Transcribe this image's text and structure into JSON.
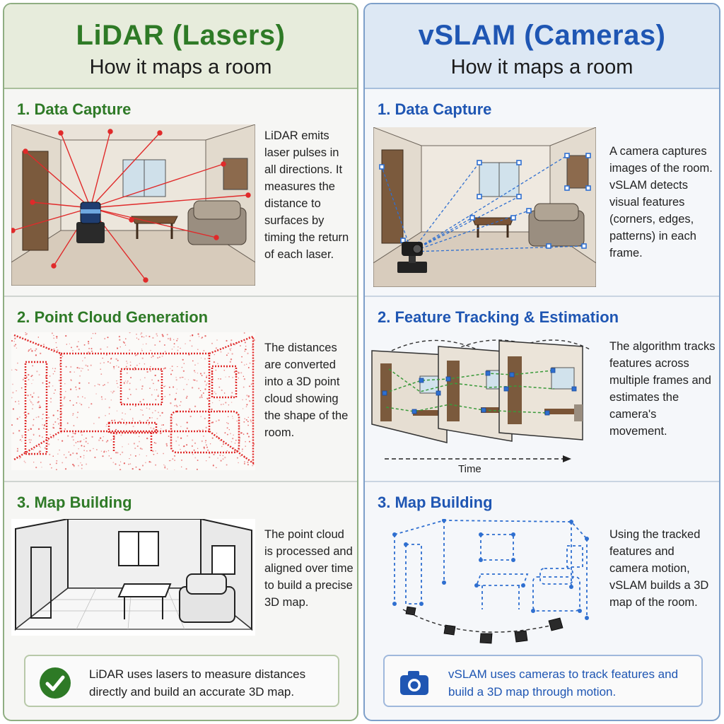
{
  "lidar": {
    "title": "LiDAR (Lasers)",
    "subtitle": "How it maps a room",
    "step1": {
      "title": "1. Data Capture",
      "description": "LiDAR emits laser pulses in all directions. It measures the distance to surfaces by timing the return of each laser."
    },
    "step2": {
      "title": "2. Point Cloud Generation",
      "description": "The distances are converted into a 3D point cloud showing the shape of the room."
    },
    "step3": {
      "title": "3. Map Building",
      "description": "The point cloud is processed and aligned over time to build a precise 3D map."
    },
    "summary": "LiDAR uses lasers to measure distances directly and build an accurate 3D map.",
    "summary_icon": "checkmark-circle-icon"
  },
  "vslam": {
    "title": "vSLAM (Cameras)",
    "subtitle": "How it maps a room",
    "step1": {
      "title": "1. Data Capture",
      "description": "A camera captures images of the room. vSLAM detects visual features (corners, edges, patterns) in each frame."
    },
    "step2": {
      "title": "2. Feature Tracking & Estimation",
      "description": "The algorithm tracks features across multiple frames and estimates the camera's movement.",
      "time_label": "Time"
    },
    "step3": {
      "title": "3. Map Building",
      "description": "Using the tracked features and camera motion, vSLAM builds a 3D map of the room."
    },
    "summary": "vSLAM uses cameras to track features and build a 3D map through motion.",
    "summary_icon": "camera-icon"
  },
  "colors": {
    "lidar_accent": "#2e7a26",
    "vslam_accent": "#1f56b3",
    "laser_red": "#e02a2a",
    "feature_blue": "#2f6fd0",
    "track_green": "#3a9a3a"
  }
}
